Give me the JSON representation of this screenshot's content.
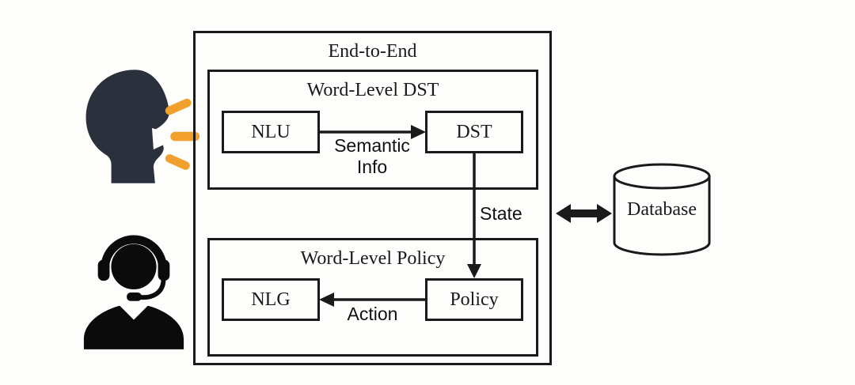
{
  "figure": {
    "title": "End-to-End",
    "word_level_dst": {
      "title": "Word-Level DST",
      "nlu": "NLU",
      "dst": "DST",
      "semantic_line1": "Semantic",
      "semantic_line2": "Info"
    },
    "word_level_policy": {
      "title": "Word-Level Policy",
      "nlg": "NLG",
      "policy": "Policy",
      "action": "Action"
    },
    "state": "State",
    "database": "Database",
    "icons": {
      "user": "speaking-head-icon",
      "agent": "headset-agent-icon",
      "database": "cylinder-database-icon"
    },
    "colors": {
      "line": "#1a1a1a",
      "background": "#fdfdfb",
      "head": "#2b313c",
      "speech": "#f2a02d",
      "agent": "#0b0b0b"
    }
  }
}
